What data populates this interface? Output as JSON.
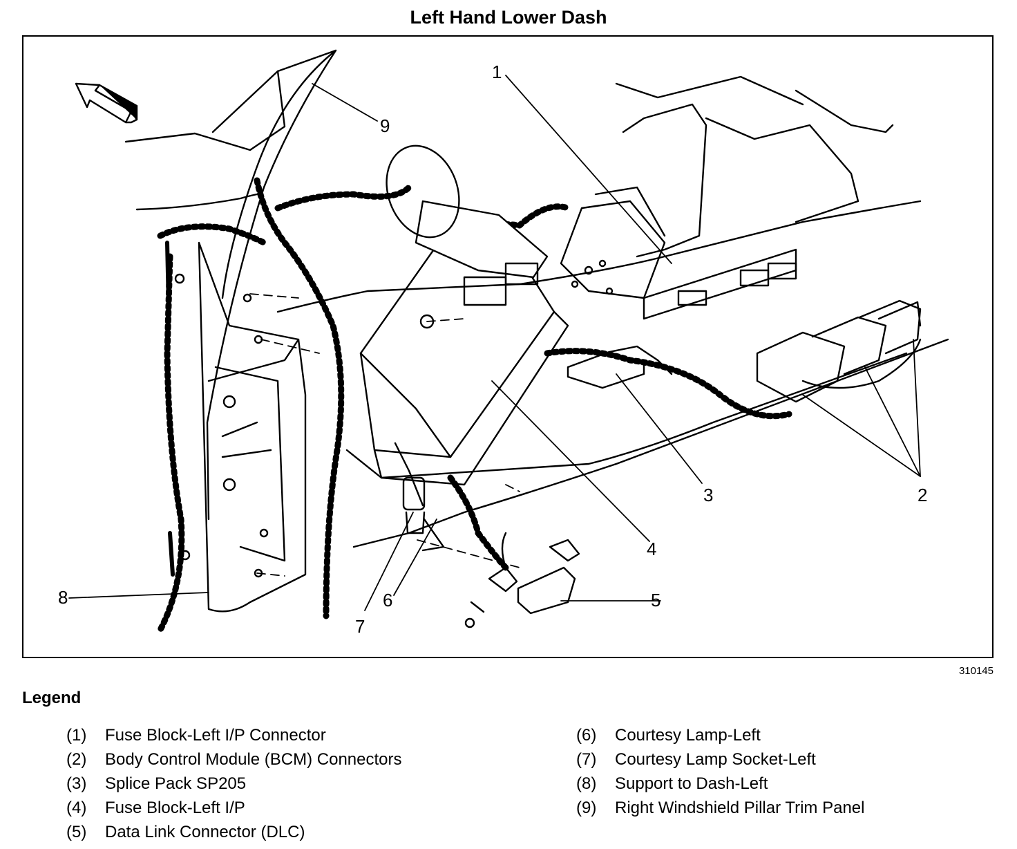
{
  "title": "Left Hand Lower Dash",
  "figure_id": "310145",
  "callouts": [
    "1",
    "2",
    "3",
    "4",
    "5",
    "6",
    "7",
    "8",
    "9"
  ],
  "legend": {
    "heading": "Legend",
    "items": [
      {
        "num": "(1)",
        "label": "Fuse Block-Left I/P Connector"
      },
      {
        "num": "(2)",
        "label": "Body Control Module (BCM) Connectors"
      },
      {
        "num": "(3)",
        "label": "Splice Pack SP205"
      },
      {
        "num": "(4)",
        "label": "Fuse Block-Left I/P"
      },
      {
        "num": "(5)",
        "label": "Data Link Connector (DLC)"
      },
      {
        "num": "(6)",
        "label": "Courtesy Lamp-Left"
      },
      {
        "num": "(7)",
        "label": "Courtesy Lamp Socket-Left"
      },
      {
        "num": "(8)",
        "label": "Support to Dash-Left"
      },
      {
        "num": "(9)",
        "label": "Right Windshield Pillar Trim Panel"
      }
    ]
  }
}
